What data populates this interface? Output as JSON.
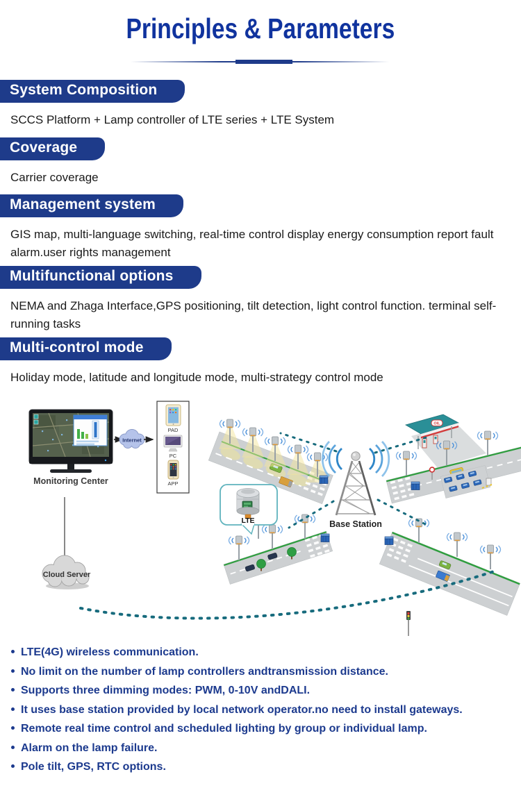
{
  "page": {
    "title": "Principles & Parameters"
  },
  "sections": [
    {
      "title": "System Composition",
      "body": "SCCS Platform + Lamp controller of LTE series + LTE System"
    },
    {
      "title": "Coverage",
      "body": "Carrier coverage"
    },
    {
      "title": "Management system",
      "body": "GIS map, multi-language switching, real-time control display energy consumption report fault alarm.user rights management"
    },
    {
      "title": "Multifunctional options",
      "body": "NEMA and Zhaga Interface,GPS positioning, tilt detection, light control function. terminal self-running tasks"
    },
    {
      "title": "Multi-control mode",
      "body": "Holiday mode, latitude and longitude mode, multi-strategy control mode"
    }
  ],
  "diagram": {
    "labels": {
      "monitoring_center": "Monitoring Center",
      "internet": "Internet",
      "pad": "PAD",
      "pc": "PC",
      "app": "APP",
      "lte": "LTE",
      "base_station": "Base Station",
      "cloud_server": "Cloud Server",
      "oil": "OIL"
    },
    "colors": {
      "signal_teal": "#176b7d",
      "signal_blue": "#2f86c8",
      "road_green": "#2e9e3e"
    }
  },
  "bullets": [
    "LTE(4G) wireless communication.",
    "No limit on the number of lamp controllers andtransmission distance.",
    "Supports three dimming modes: PWM, 0-10V andDALI.",
    "It uses base station provided by local network operator.no need to install gateways.",
    "Remote real time control and scheduled lighting by group or individual lamp.",
    "Alarm on the lamp failure.",
    "Pole tilt, GPS, RTC options."
  ],
  "colors": {
    "accent_navy": "#1e3b8a",
    "title_blue": "#10339e",
    "bullet_navy": "#1c3a8e"
  }
}
